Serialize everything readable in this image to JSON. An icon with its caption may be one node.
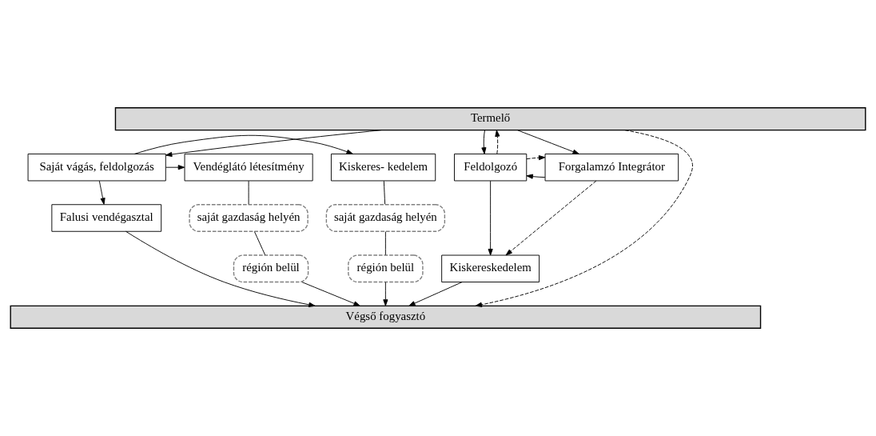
{
  "diagram": {
    "nodes": [
      {
        "text": [
          "Termelő"
        ]
      },
      {
        "text": [
          "Kiskeres- kedelem"
        ]
      },
      {
        "text": [
          "Saját vágás, feldolgozás"
        ]
      },
      {
        "text": [
          "Vendéglátó létesítmény"
        ]
      },
      {
        "text": [
          "Feldolgozó"
        ]
      },
      {
        "text": [
          "Forgalamzó Integrátor"
        ]
      },
      {
        "text": [
          "saját gazdaság helyén"
        ]
      },
      {
        "text": [
          "Falusi vendégasztal"
        ]
      },
      {
        "text": [
          "saját gazdaság helyén"
        ]
      },
      {
        "text": [
          "régión belül"
        ]
      },
      {
        "text": [
          "régión belül"
        ]
      },
      {
        "text": [
          "Kiskereskedelem"
        ]
      },
      {
        "text": [
          "Végső fogyasztó"
        ]
      }
    ],
    "edges": [
      {
        "from": 0,
        "to": 2,
        "arrow": "to"
      },
      {
        "from": 2,
        "to": 1,
        "arrow": "to"
      },
      {
        "from": 2,
        "to": 3,
        "arrow": "to"
      },
      {
        "from": 2,
        "to": 7,
        "arrow": "to"
      },
      {
        "from": 1,
        "to": 6,
        "arrow": "none"
      },
      {
        "from": 6,
        "to": 9,
        "arrow": "none"
      },
      {
        "from": 9,
        "to": 12,
        "arrow": "to"
      },
      {
        "from": 7,
        "to": 12,
        "arrow": "to"
      },
      {
        "from": 3,
        "to": 8,
        "arrow": "none"
      },
      {
        "from": 8,
        "to": 10,
        "arrow": "none"
      },
      {
        "from": 10,
        "to": 12,
        "arrow": "to"
      },
      {
        "from": 0,
        "to": 12,
        "arrow": "to",
        "style": "dashed"
      },
      {
        "from": 4,
        "to": 0,
        "arrow": "to",
        "style": "dashed"
      },
      {
        "from": 0,
        "to": 4,
        "arrow": "to"
      },
      {
        "from": 0,
        "to": 5,
        "arrow": "to"
      },
      {
        "from": 5,
        "to": 4,
        "arrow": "to"
      },
      {
        "from": 4,
        "to": 5,
        "arrow": "to",
        "style": "dashed"
      },
      {
        "from": 4,
        "to": 11,
        "arrow": "to"
      },
      {
        "from": 5,
        "to": 11,
        "arrow": "to",
        "style": "dashed"
      },
      {
        "from": 11,
        "to": 12,
        "arrow": "to"
      }
    ]
  }
}
